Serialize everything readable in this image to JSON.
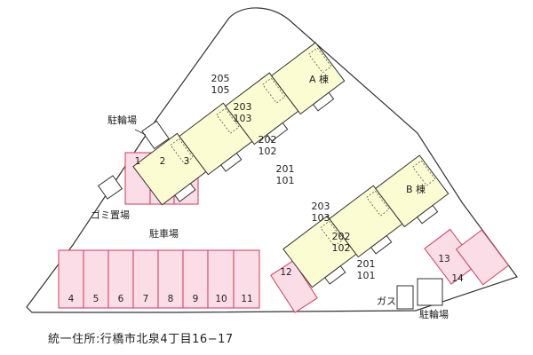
{
  "map": {
    "address": "統一住所:行橋市北泉4丁目16−17",
    "areas": {
      "bicycle_parking_1": "駐輪場",
      "garbage": "ゴミ置場",
      "parking": "駐車場",
      "gas": "ガス",
      "bicycle_parking_2": "駐輪場"
    },
    "buildings": {
      "a": {
        "name": "A 棟",
        "units": [
          {
            "upper": "205",
            "lower": "105"
          },
          {
            "upper": "203",
            "lower": "103"
          },
          {
            "upper": "202",
            "lower": "102"
          },
          {
            "upper": "201",
            "lower": "101"
          }
        ]
      },
      "b": {
        "name": "B 棟",
        "units": [
          {
            "upper": "203",
            "lower": "103"
          },
          {
            "upper": "202",
            "lower": "102"
          },
          {
            "upper": "201",
            "lower": "101"
          }
        ]
      }
    },
    "parking_spaces": {
      "top_row": [
        "1",
        "2",
        "3"
      ],
      "bottom_row": [
        "4",
        "5",
        "6",
        "7",
        "8",
        "9",
        "10",
        "11"
      ],
      "single": "12",
      "right_pair": [
        "13",
        "14"
      ]
    },
    "colors": {
      "building_fill": "#fcfcd2",
      "parking_fill": "#fbdde7",
      "parking_stroke": "#d04a6a",
      "outline": "#333333"
    }
  }
}
